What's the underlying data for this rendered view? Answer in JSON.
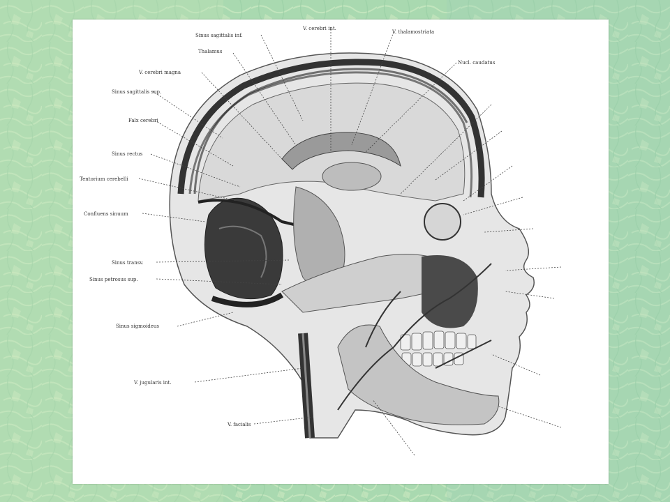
{
  "slide": {
    "background_color": "#a9d9b0",
    "texture_color": "#c9e9c0"
  },
  "figure": {
    "labels_left": [
      "Sinus sagittalis inf.",
      "Thalamus",
      "V. cerebri magna",
      "Sinus sagittalis sup.",
      "Falx cerebri",
      "Sinus rectus",
      "Tentorium cerebelli",
      "Confluens sinuum",
      "Sinus transv.",
      "Sinus petrosus sup.",
      "Sinus sigmoideus",
      "V. jugularis int.",
      "V. facialis"
    ],
    "labels_top": [
      "V. cerebri int.",
      "V. thalamostriata",
      "Nucl. caudatus"
    ]
  }
}
